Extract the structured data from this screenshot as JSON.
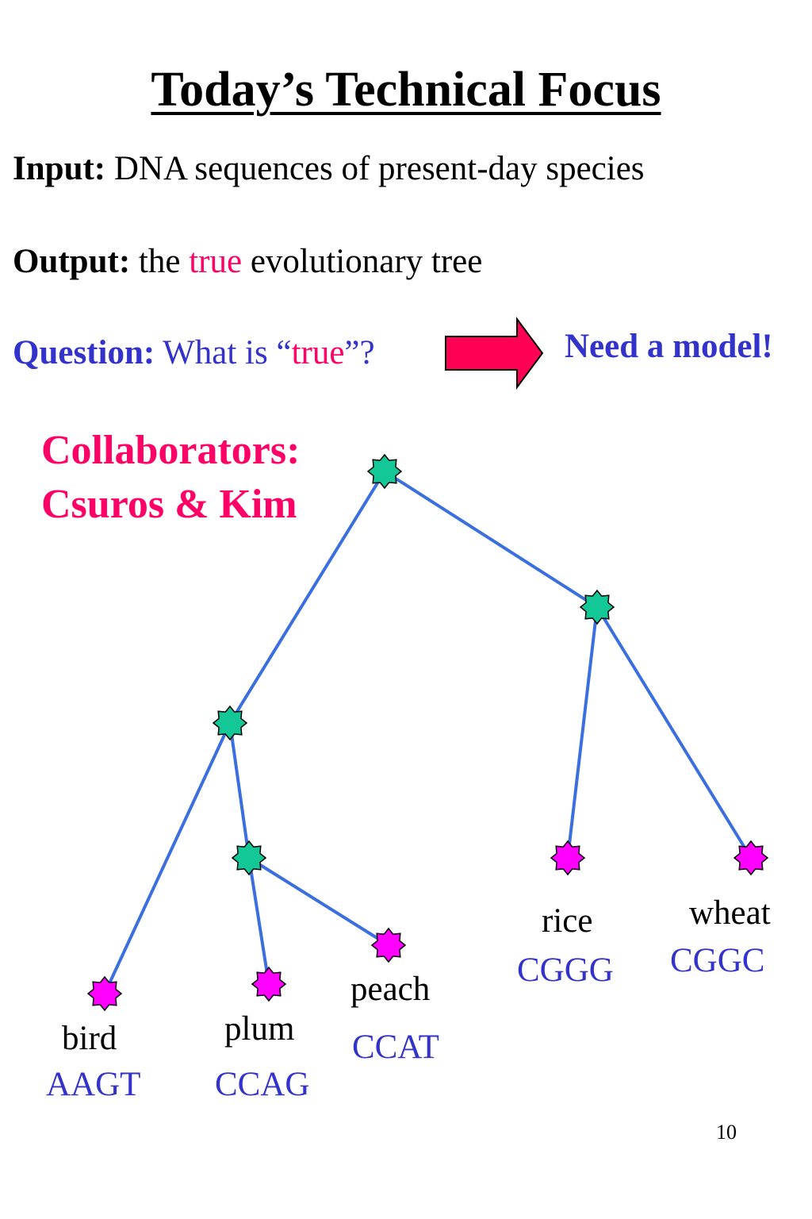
{
  "title": "Today’s Technical Focus",
  "input": {
    "label": "Input:",
    "text": "DNA sequences of present-day species"
  },
  "output": {
    "label": "Output:",
    "pre": "the",
    "highlight": "true",
    "post": "evolutionary tree"
  },
  "question": {
    "label": "Question:",
    "pre": "What is “",
    "highlight": "true",
    "post": "”?"
  },
  "arrow_note": "Need a model!",
  "collaborators": {
    "line1": "Collaborators:",
    "line2": "Csuros & Kim"
  },
  "colors": {
    "internal_node": "#13c896",
    "leaf_node": "#ff00ff",
    "edge": "#3b6fe0",
    "arrow": "#ff0055",
    "accent_blue": "#3333cc",
    "accent_pink": "#ff0066"
  },
  "tree": {
    "leaves": [
      {
        "label": "bird",
        "sequence": "AAGT"
      },
      {
        "label": "plum",
        "sequence": "CCAG"
      },
      {
        "label": "peach",
        "sequence": "CCAT"
      },
      {
        "label": "rice",
        "sequence": "CGGG"
      },
      {
        "label": "wheat",
        "sequence": "CGGC"
      }
    ]
  },
  "slide_number": "10"
}
